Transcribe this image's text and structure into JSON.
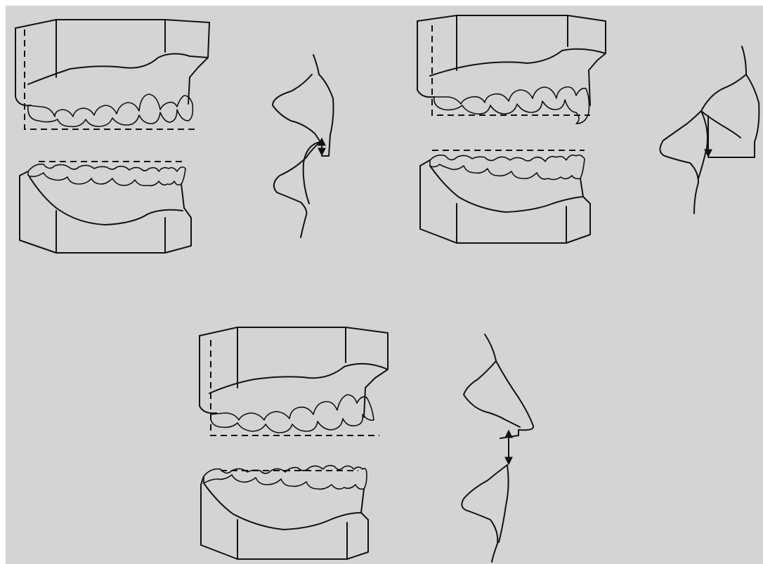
{
  "figure": {
    "background": "#d4d4d4",
    "stroke": "#111111",
    "panels": [
      {
        "id": "open-bite-deep",
        "model_pair": true,
        "profile": true
      },
      {
        "id": "open-bite-right",
        "model_pair": true,
        "profile": true
      },
      {
        "id": "open-bite-center",
        "model_pair": true,
        "profile": true
      }
    ]
  }
}
